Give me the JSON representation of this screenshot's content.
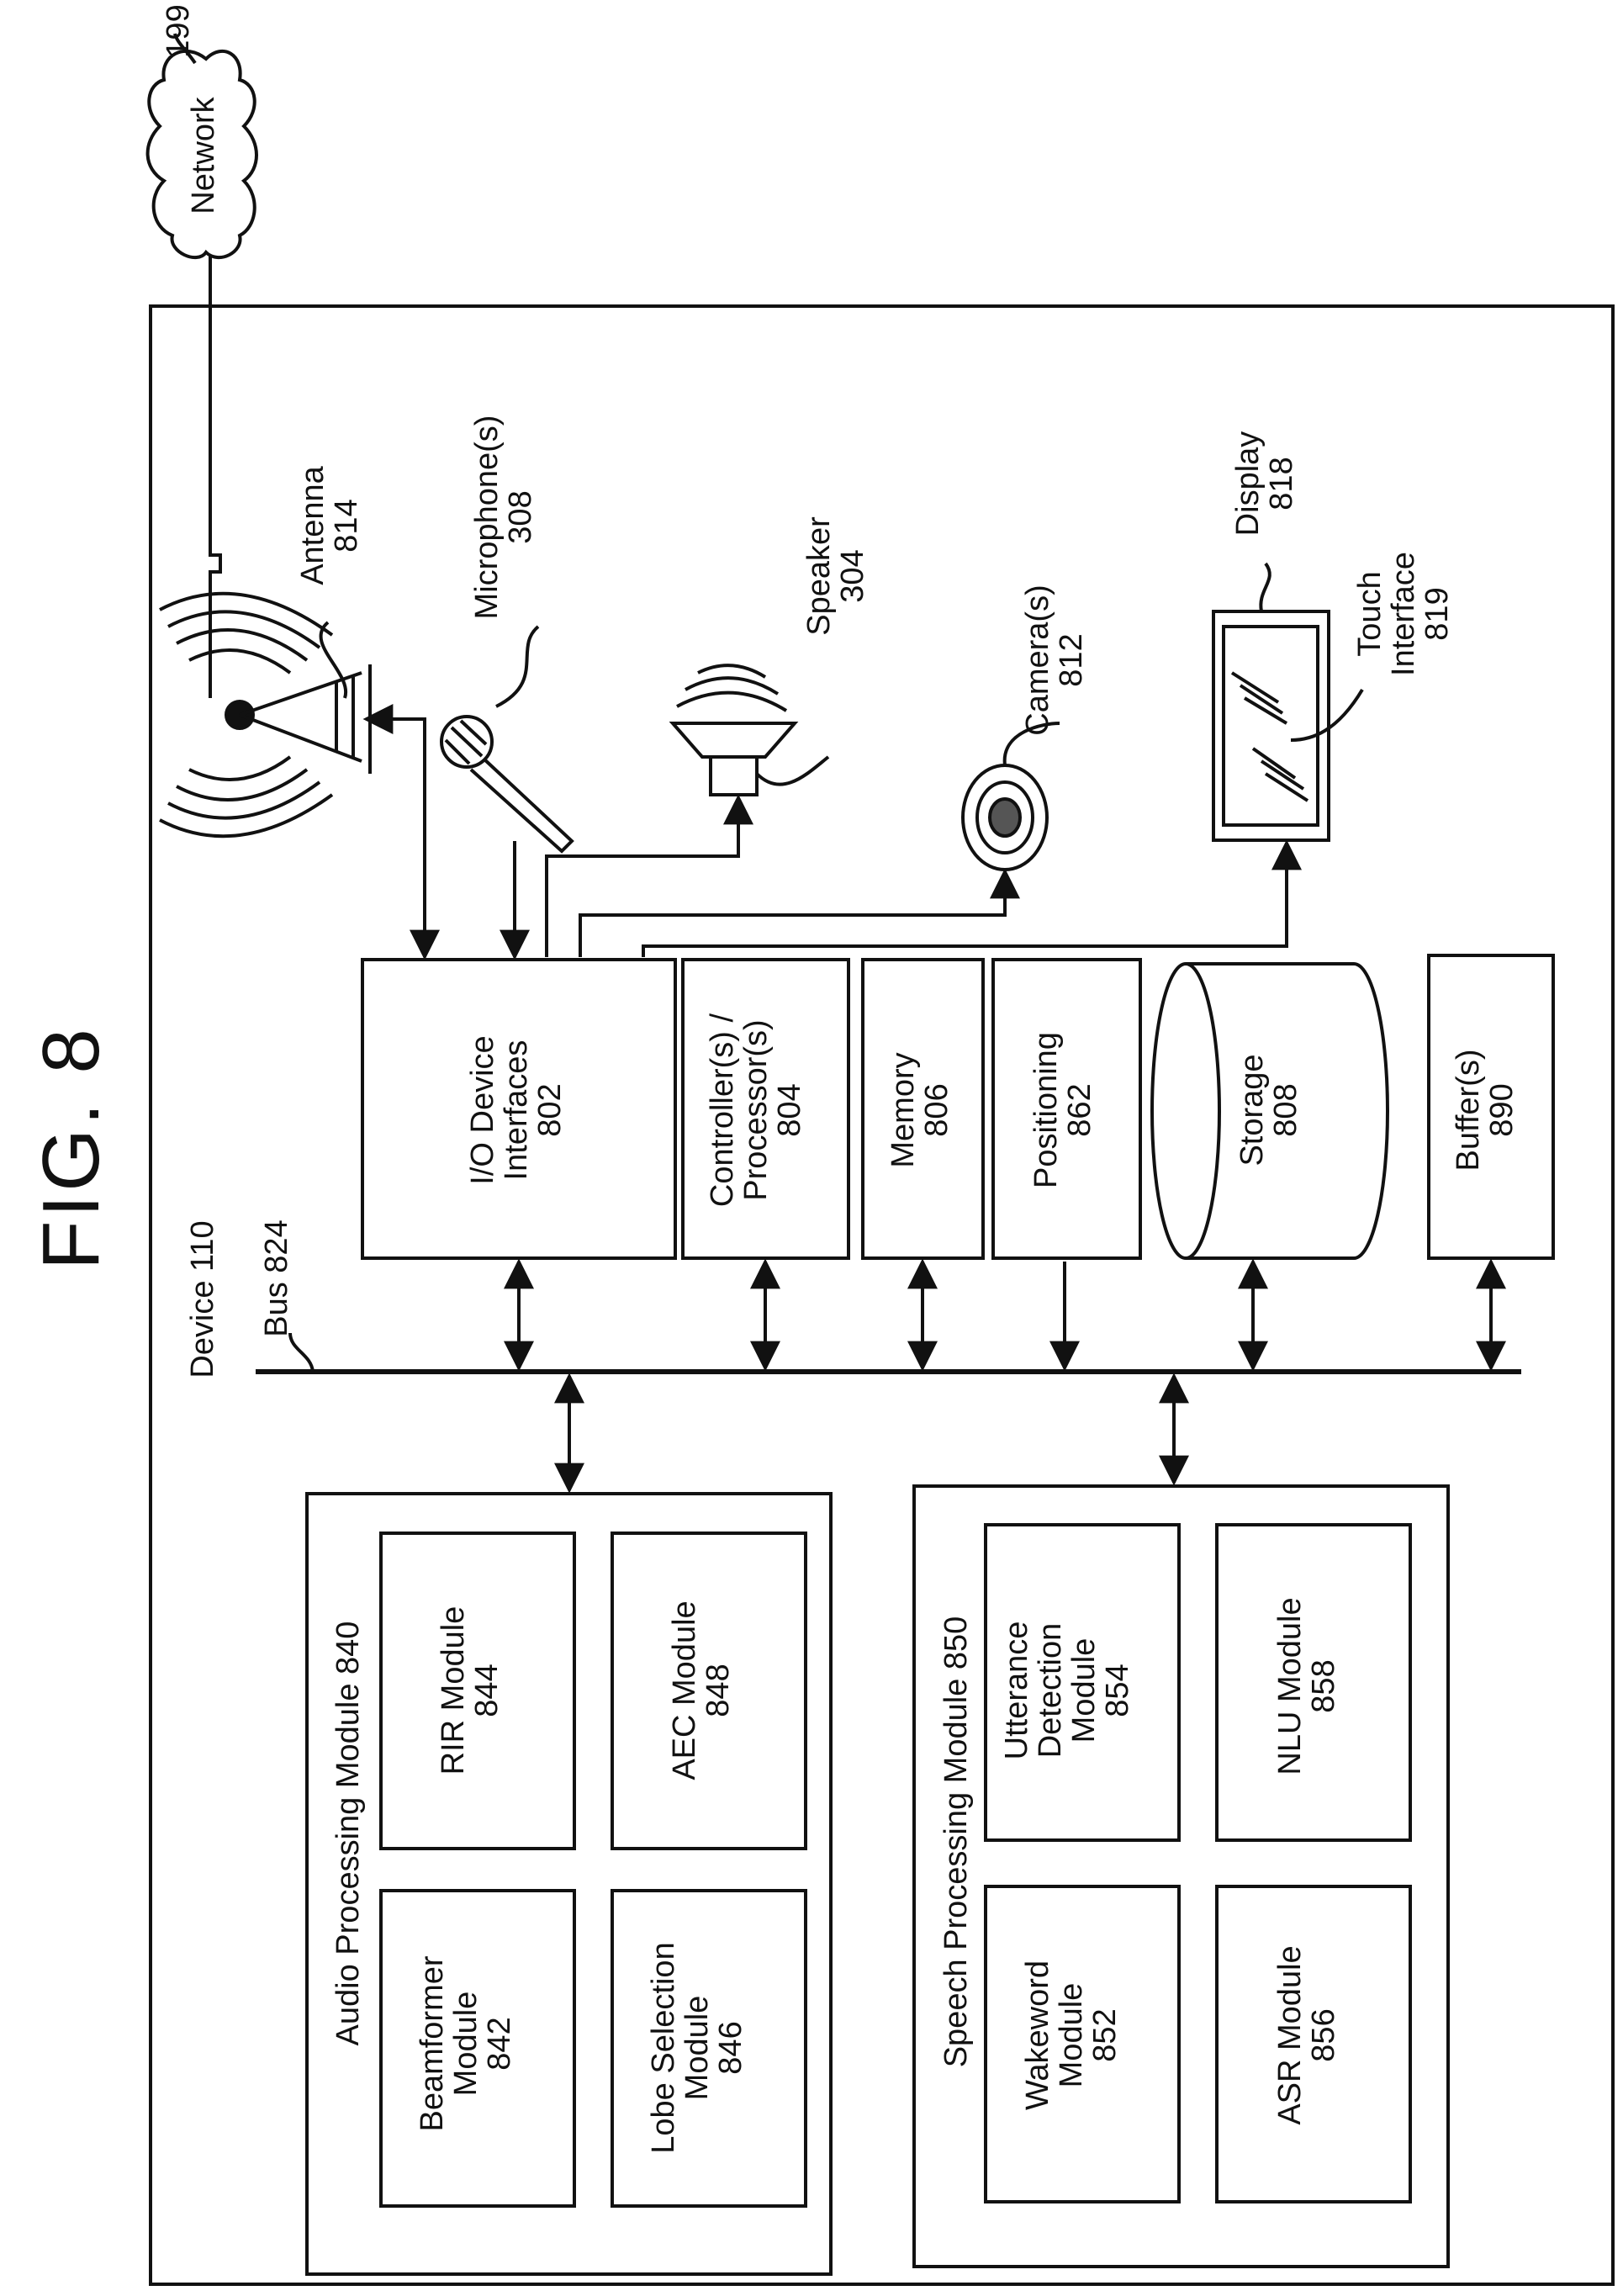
{
  "figure": {
    "title": "FIG. 8",
    "rotation": "90° counter-clockwise (landscape drawing on portrait page)"
  },
  "network": {
    "label": "Network",
    "ref": "199"
  },
  "device": {
    "label": "Device 110"
  },
  "bus": {
    "label": "Bus 824"
  },
  "peripherals": {
    "antenna": {
      "name": "Antenna",
      "ref": "814"
    },
    "microphone": {
      "name": "Microphone(s)",
      "ref": "308"
    },
    "speaker": {
      "name": "Speaker",
      "ref": "304"
    },
    "camera": {
      "name": "Camera(s)",
      "ref": "812"
    },
    "display": {
      "name": "Display",
      "ref": "818"
    },
    "touch": {
      "name_line1": "Touch",
      "name_line2": "Interface",
      "ref": "819"
    }
  },
  "components": {
    "io": {
      "line1": "I/O Device",
      "line2": "Interfaces",
      "ref": "802"
    },
    "controller": {
      "line1": "Controller(s) /",
      "line2": "Processor(s)",
      "ref": "804"
    },
    "memory": {
      "line1": "Memory",
      "ref": "806"
    },
    "positioning": {
      "line1": "Positioning",
      "ref": "862"
    },
    "storage": {
      "line1": "Storage",
      "ref": "808"
    },
    "buffer": {
      "line1": "Buffer(s)",
      "ref": "890"
    }
  },
  "audio_module": {
    "title": "Audio Processing Module 840",
    "submodules": {
      "beamformer": {
        "line1": "Beamformer",
        "line2": "Module",
        "ref": "842"
      },
      "rir": {
        "line1": "RIR Module",
        "ref": "844"
      },
      "lobe": {
        "line1": "Lobe Selection",
        "line2": "Module",
        "ref": "846"
      },
      "aec": {
        "line1": "AEC Module",
        "ref": "848"
      }
    }
  },
  "speech_module": {
    "title": "Speech Processing Module 850",
    "submodules": {
      "wakeword": {
        "line1": "Wakeword",
        "line2": "Module",
        "ref": "852"
      },
      "utterance": {
        "line1": "Utterance",
        "line2": "Detection",
        "line3": "Module",
        "ref": "854"
      },
      "asr": {
        "line1": "ASR Module",
        "ref": "856"
      },
      "nlu": {
        "line1": "NLU Module",
        "ref": "858"
      }
    }
  }
}
